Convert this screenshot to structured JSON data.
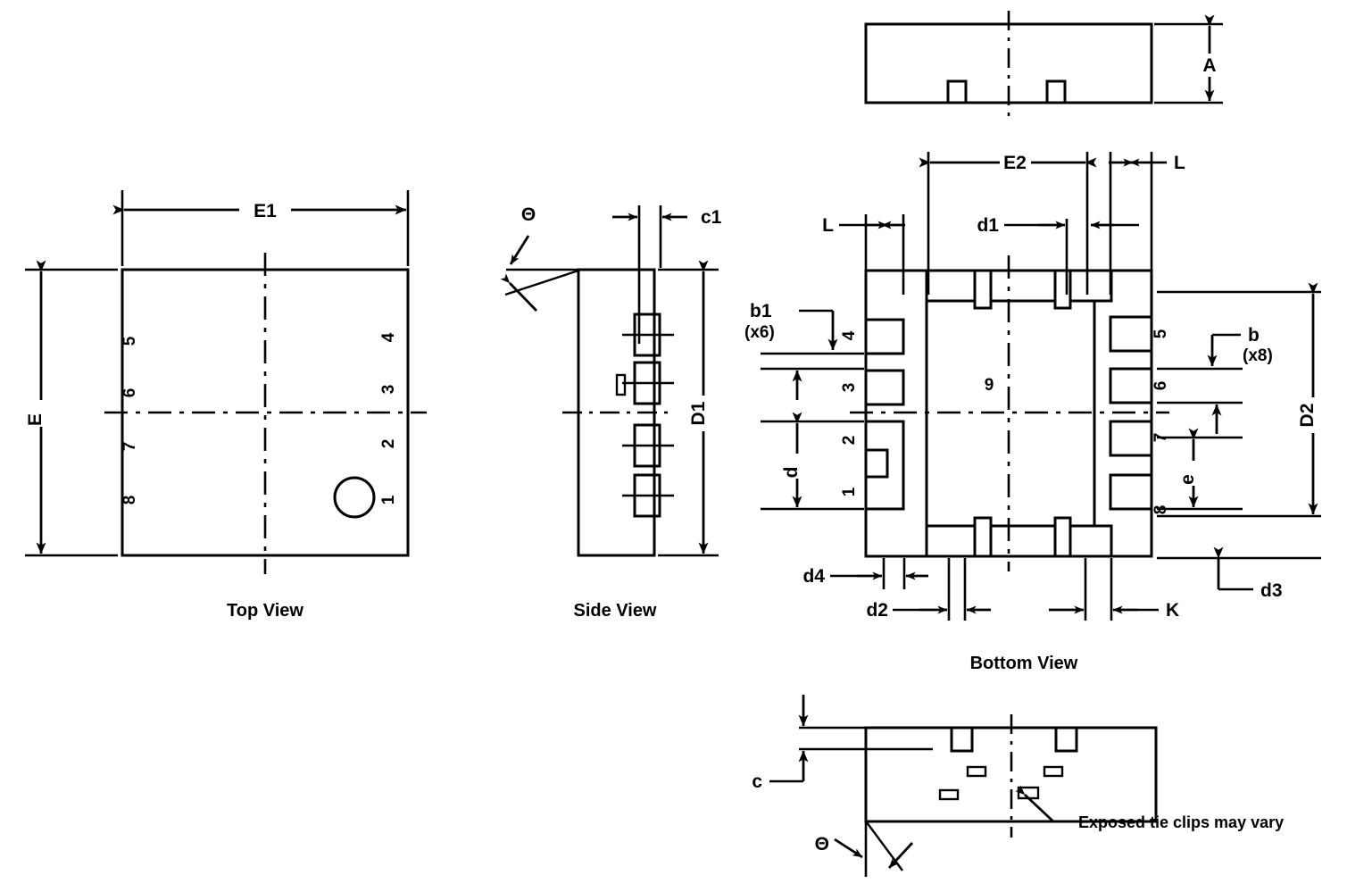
{
  "drawing": {
    "type": "package-mechanical-outline",
    "views": [
      {
        "id": "top-view",
        "title": "Top View"
      },
      {
        "id": "side-view",
        "title": "Side View"
      },
      {
        "id": "bottom-view",
        "title": "Bottom View"
      },
      {
        "id": "front-view",
        "title": ""
      },
      {
        "id": "height-view",
        "title": ""
      }
    ]
  },
  "top_view": {
    "title": "Top View",
    "dimensions": {
      "width_label": "E1",
      "height_label": "E"
    },
    "pins_left": [
      "5",
      "6",
      "7",
      "8"
    ],
    "pins_right": [
      "4",
      "3",
      "2",
      "1"
    ],
    "pin1_marker": "circle"
  },
  "side_view": {
    "title": "Side View",
    "dimensions": {
      "lead_thickness": "c1",
      "body_depth": "D1",
      "angle": "Θ"
    }
  },
  "height_view": {
    "dimensions": {
      "height": "A"
    }
  },
  "bottom_view": {
    "title": "Bottom View",
    "dimensions": {
      "pad_width_inner": "E2",
      "lead_length_left": "L",
      "lead_length_right": "L",
      "pad_offset_top": "d1",
      "pad_pitch_left": "d",
      "pad_pitch_right": "e",
      "body_height": "D2",
      "offset_d2": "d2",
      "offset_d3": "d3",
      "offset_d4": "d4",
      "offset_k": "K",
      "lead_width_left": "b1",
      "lead_width_left_qty": "(x6)",
      "lead_width_right": "b",
      "lead_width_right_qty": "(x8)"
    },
    "pins_left": [
      "4",
      "3",
      "2",
      "1"
    ],
    "pins_right": [
      "5",
      "6",
      "7",
      "8"
    ],
    "center_pad_label": "9"
  },
  "front_view": {
    "dimensions": {
      "standoff": "c",
      "angle": "Θ"
    },
    "note": "Exposed tie clips may vary"
  },
  "colors": {
    "line": "#000000",
    "background": "#ffffff"
  }
}
